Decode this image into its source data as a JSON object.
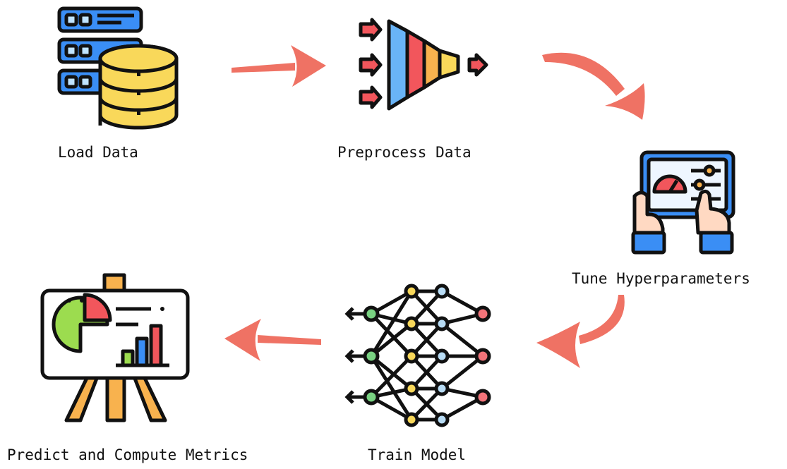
{
  "colors": {
    "arrow": "#ef7264",
    "outline": "#111111",
    "server_blue": "#3a8ef5",
    "database_yellow": "#f9d85a",
    "funnel_blue": "#69b4f7",
    "funnel_red": "#f2565c",
    "funnel_orange": "#f8b24e",
    "funnel_yellow": "#f9d85a",
    "gauge_red": "#f2565c",
    "skin": "#ffd9c2",
    "sleeve_blue": "#3a8ef5",
    "node_green": "#79d282",
    "node_yellow": "#f9d85a",
    "node_lightblue": "#b8dcf5",
    "node_red": "#f2747a",
    "chart_green": "#9cdc4f",
    "chart_red": "#f2565c",
    "easel_orange": "#f8b24e"
  },
  "steps": [
    {
      "label": "Load Data",
      "icon": "server-database-icon"
    },
    {
      "label": "Preprocess Data",
      "icon": "funnel-icon"
    },
    {
      "label": "Tune Hyperparameters",
      "icon": "tablet-tuning-icon"
    },
    {
      "label": "Train Model",
      "icon": "neural-network-icon"
    },
    {
      "label": "Predict and Compute Metrics",
      "icon": "presentation-board-icon"
    }
  ]
}
